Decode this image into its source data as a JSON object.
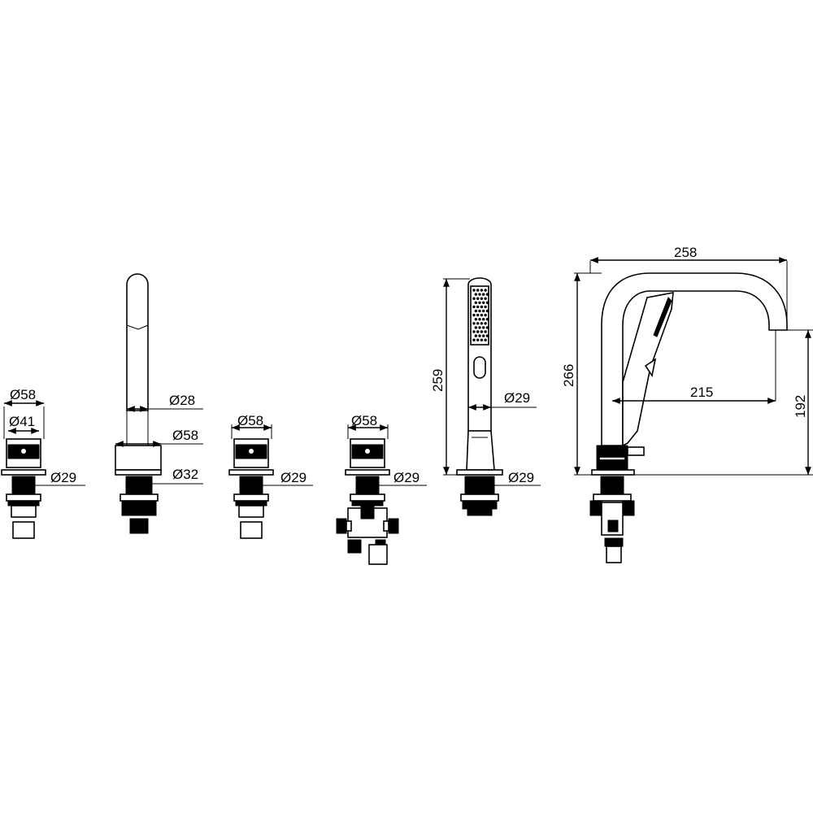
{
  "dimensions": {
    "d58_a": "Ø58",
    "d41": "Ø41",
    "d29_a": "Ø29",
    "d28": "Ø28",
    "d58_b": "Ø58",
    "d32": "Ø32",
    "d58_c": "Ø58",
    "d29_c": "Ø29",
    "d58_d": "Ø58",
    "d29_d": "Ø29",
    "h259": "259",
    "d29_e": "Ø29",
    "w258": "258",
    "h266": "266",
    "w215": "215",
    "h192": "192"
  },
  "colors": {
    "line": "#000000",
    "background": "#ffffff"
  }
}
